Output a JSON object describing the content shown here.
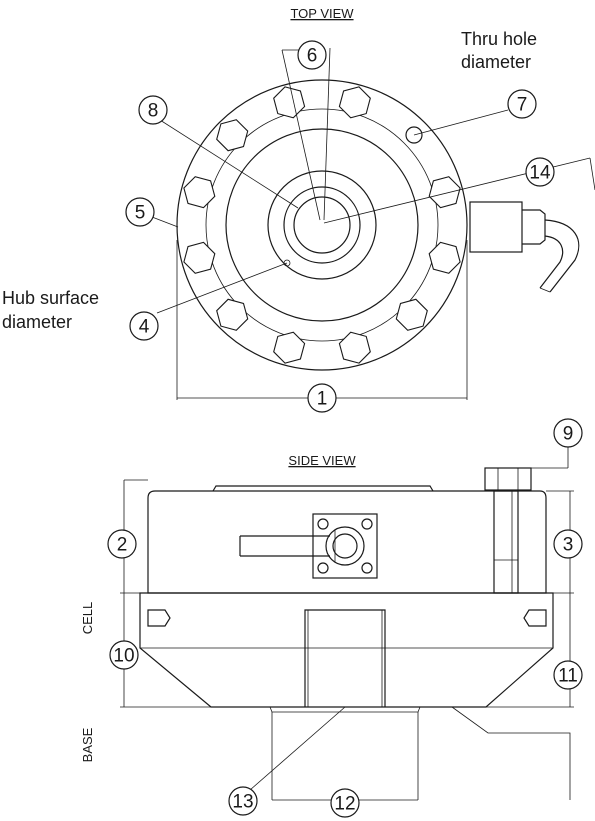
{
  "titles": {
    "top_view": "TOP VIEW",
    "side_view": "SIDE VIEW"
  },
  "notes": {
    "thru_hole_line1": "Thru hole",
    "thru_hole_line2": "diameter",
    "hub_line1": "Hub surface",
    "hub_line2": "diameter"
  },
  "side_labels": {
    "cell": "CELL",
    "base": "BASE"
  },
  "callouts": {
    "c1": "1",
    "c2": "2",
    "c3": "3",
    "c4": "4",
    "c5": "5",
    "c6": "6",
    "c7": "7",
    "c8": "8",
    "c9": "9",
    "c10": "10",
    "c11": "11",
    "c12": "12",
    "c13": "13",
    "c14": "14"
  }
}
